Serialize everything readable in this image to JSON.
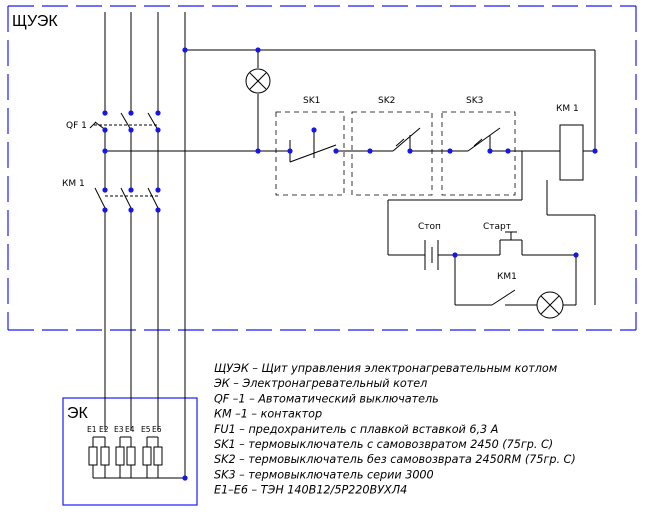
{
  "panel_label": "ЩУЭК",
  "boiler_label": "ЭК",
  "labels": {
    "qf1": "QF 1",
    "km1_left": "КМ 1",
    "sk1": "SK1",
    "sk2": "SK2",
    "sk3": "SK3",
    "km1_coil": "КМ 1",
    "stop": "Стоп",
    "start": "Старт",
    "km1_contact": "КМ1"
  },
  "heaters": [
    "E1",
    "E2",
    "E3",
    "E4",
    "E5",
    "E6"
  ],
  "legend": [
    "ЩУЭК –  Щит управления электронагревательным котлом",
    "ЭК –  Электронагревательный котел",
    "QF –1  –  Автоматический выключатель",
    "КМ –1  –  контактор",
    "FU1  –  предохранитель с плавкой вставкой 6,3 А",
    "SK1  –  термовыключатель с самовозвратом 2450 (75гр. С)",
    "SK2  –  термовыключатель без самовозврата 2450RM (75гр. С)",
    "SK3  –  термовыключатель серии 3000",
    "E1–E6  –  ТЭН 140В12/5Р220ВУХЛ4"
  ],
  "colors": {
    "line": "#000000",
    "blue": "#1a1aff",
    "dot": "#1616e8"
  }
}
